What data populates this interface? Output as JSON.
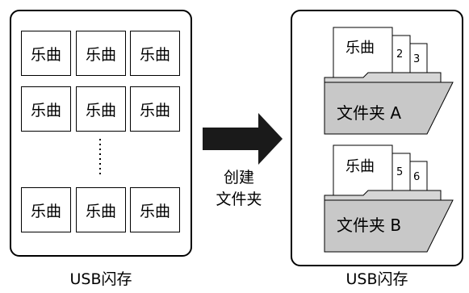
{
  "left_device": {
    "label": "USB闪存",
    "song_label": "乐曲",
    "ellipsis": "⋮"
  },
  "action": {
    "line1": "创建",
    "line2": "文件夹",
    "arrow_icon": "right-arrow-icon"
  },
  "right_device": {
    "label": "USB闪存",
    "folders": [
      {
        "name": "文件夹 A",
        "song_label": "乐曲",
        "pages": [
          "2",
          "3"
        ]
      },
      {
        "name": "文件夹 B",
        "song_label": "乐曲",
        "pages": [
          "5",
          "6"
        ]
      }
    ]
  },
  "colors": {
    "folder_fill": "#c8c8c8",
    "stroke": "#000000",
    "background": "#ffffff"
  }
}
